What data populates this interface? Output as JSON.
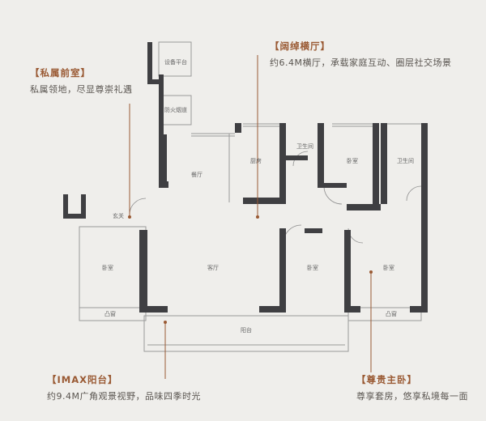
{
  "callouts": {
    "front_hall": {
      "tag": "【私属前室】",
      "desc": "私属领地，尽显尊崇礼遇"
    },
    "living": {
      "tag": "【阔绰横厅】",
      "desc": "约6.4M横厅，承载家庭互动、圈层社交场景"
    },
    "balcony": {
      "tag": "【IMAX阳台】",
      "desc": "约9.4M广角观景视野，品味四季时光"
    },
    "master": {
      "tag": "【尊贵主卧】",
      "desc": "尊享套房，悠享私境每一面"
    }
  },
  "rooms": {
    "equipment": "设备平台",
    "smoke": "防火烟道",
    "dining": "餐厅",
    "kitchen": "厨房",
    "bath1": "卫生间",
    "bedroom_top": "卧室",
    "bath2": "卫生间",
    "entry": "玄关",
    "bedroom_left": "卧室",
    "living": "客厅",
    "bedroom_mid": "卧室",
    "bedroom_master": "卧室",
    "bay_left": "凸窗",
    "bay_right": "凸窗",
    "balcony": "阳台"
  },
  "colors": {
    "accent": "#9a5a34",
    "wall": "#3f3f42",
    "thin_wall": "#8f8f8f",
    "background": "#efeeeb"
  }
}
